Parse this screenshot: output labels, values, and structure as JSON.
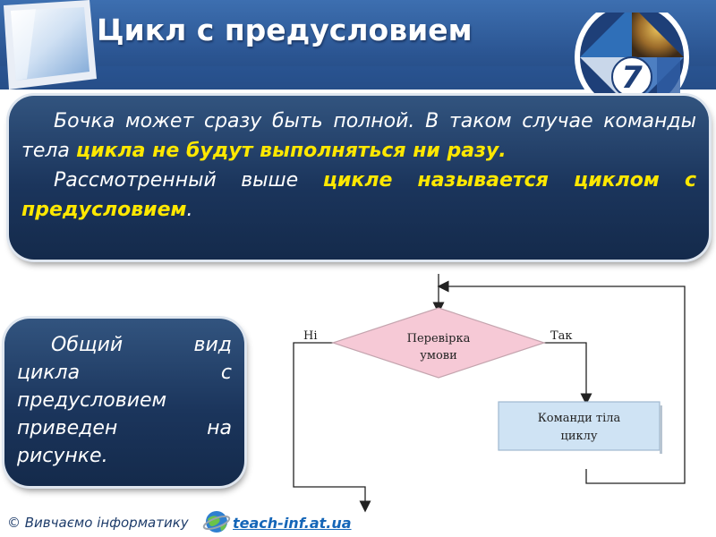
{
  "slide": {
    "title": "Цикл с предусловием",
    "badge_number": "7"
  },
  "box1": {
    "p1_a": "Бочка может сразу быть полной. В таком случае команды тела ",
    "p1_b": "цикла не будут выполняться ни разу.",
    "p2_a": "Рассмотренный выше ",
    "p2_b": "цикле называется циклом с предусловием",
    "p2_c": "."
  },
  "box2": {
    "text": "Общий вид цикла с предусловием приведен на рисунке."
  },
  "flowchart": {
    "condition": [
      "Перевірка",
      "умови"
    ],
    "no_label": "Ні",
    "yes_label": "Так",
    "body": [
      "Команди тіла",
      "циклу"
    ]
  },
  "footer": {
    "copyright": "© Вивчаємо інформатику",
    "site": "teach-inf.at.ua"
  },
  "colors": {
    "header_blue": "#2b5592",
    "box_navy": "#1b355c",
    "highlight_yellow": "#ffe800",
    "diamond_pink": "#f6c9d6",
    "body_box_blue": "#cfe3f4",
    "link_blue": "#1566b8"
  }
}
